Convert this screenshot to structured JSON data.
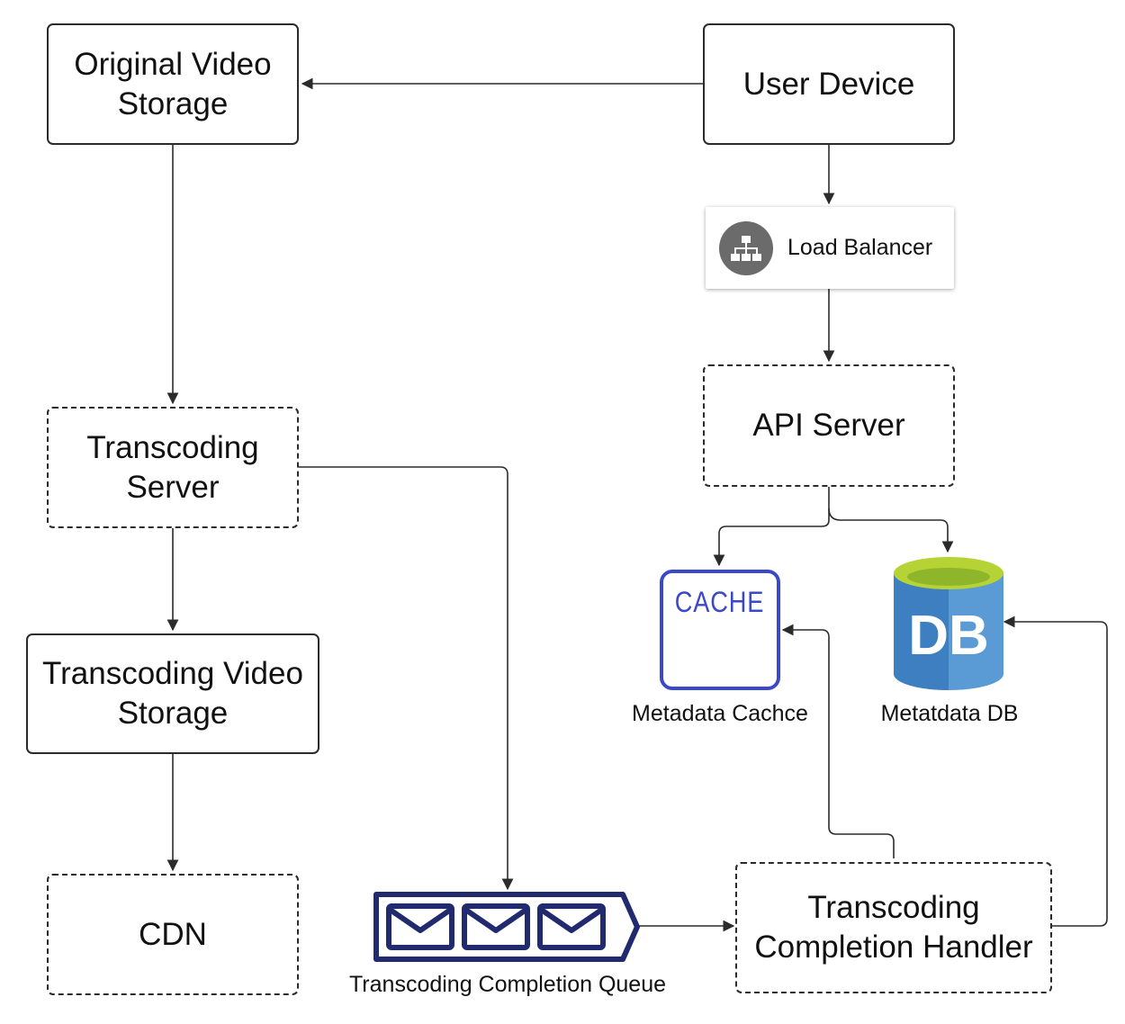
{
  "nodes": {
    "original_storage": {
      "line1": "Original Video",
      "line2": "Storage"
    },
    "user_device": {
      "label": "User Device"
    },
    "load_balancer": {
      "label": "Load Balancer",
      "icon": "sitemap-icon"
    },
    "api_server": {
      "label": "API Server"
    },
    "transcoding_server": {
      "line1": "Transcoding",
      "line2": "Server"
    },
    "transcoding_storage": {
      "line1": "Transcoding Video",
      "line2": "Storage"
    },
    "cdn": {
      "label": "CDN"
    },
    "cache": {
      "icon_text": "CACHE",
      "caption": "Metadata Cachce"
    },
    "db": {
      "icon_text": "DB",
      "caption": "Metatdata DB"
    },
    "queue": {
      "caption": "Transcoding Completion Queue",
      "icon": "message-queue-icon"
    },
    "completion_handler": {
      "line1": "Transcoding",
      "line2": "Completion Handler"
    }
  },
  "colors": {
    "line": "#2b2b2b",
    "cache_blue": "#3b48c8",
    "queue_navy": "#212a6e",
    "db_blue": "#5b9bd5",
    "db_dark": "#3d7fc0",
    "db_green": "#b5d334",
    "lb_icon_gray": "#6b6b6b"
  }
}
